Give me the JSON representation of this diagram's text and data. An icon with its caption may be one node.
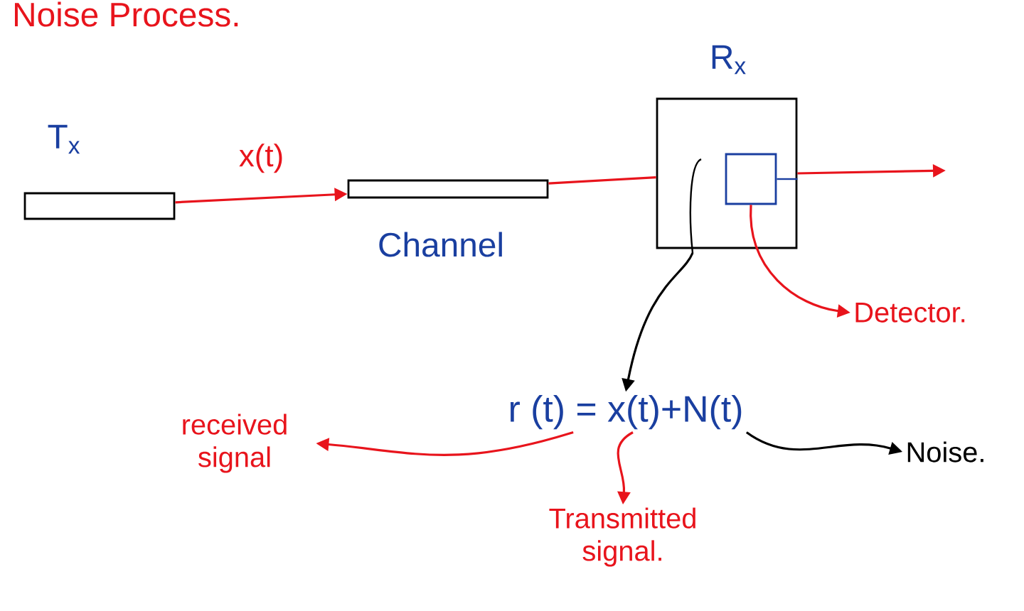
{
  "diagram": {
    "title": "Noise Process.",
    "nodes": [
      {
        "text": [
          "T$_{x}$"
        ]
      },
      {
        "text": [
          "Channel"
        ]
      },
      {
        "text": [
          "R$_{x}$"
        ]
      },
      {
        "text": [],
        "shape": "box",
        "in": 2
      },
      {
        "text": [
          "r (t) = x(t)+N(t)"
        ]
      },
      {
        "text": [
          "Detector."
        ]
      },
      {
        "text": [
          "received signal"
        ]
      },
      {
        "text": [
          "Transmitted signal."
        ]
      },
      {
        "text": [
          "Noise."
        ]
      }
    ],
    "edges": [
      {
        "from": 0,
        "to": 1,
        "arrow": "to",
        "label": "x(t)"
      },
      {
        "from": 1,
        "to": 2,
        "arrow": "none"
      },
      {
        "from": 2,
        "to": null,
        "arrow": "to"
      },
      {
        "from": 2,
        "to": 4,
        "arrow": "to",
        "color": "#000000"
      },
      {
        "from": 3,
        "to": 5,
        "arrow": "to"
      },
      {
        "from": 4,
        "to": 6,
        "arrow": "to"
      },
      {
        "from": 4,
        "to": 7,
        "arrow": "to"
      },
      {
        "from": 4,
        "to": 8,
        "arrow": "to",
        "color": "#000000"
      }
    ]
  }
}
